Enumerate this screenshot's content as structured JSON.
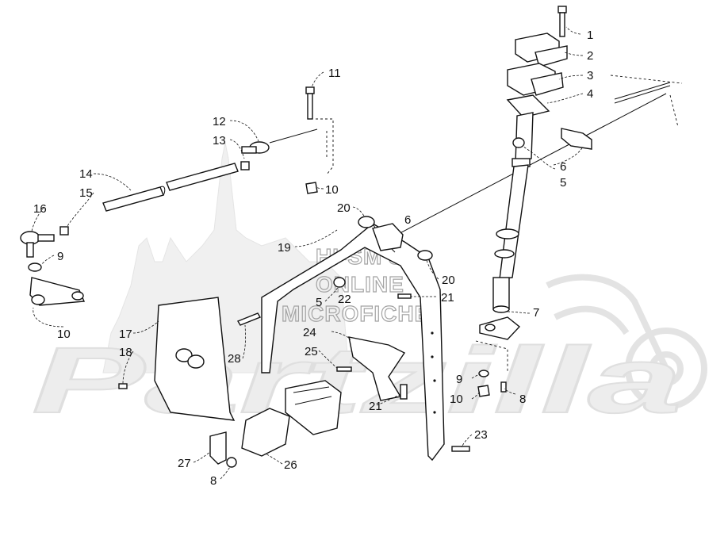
{
  "watermark": {
    "line1": "HI-SM'S",
    "line2": "ONLINE",
    "line3": "MICROFICHE",
    "brand": "Partzilla"
  },
  "callouts": [
    {
      "id": "c1",
      "label": "1"
    },
    {
      "id": "c2",
      "label": "2"
    },
    {
      "id": "c3",
      "label": "3"
    },
    {
      "id": "c4",
      "label": "4"
    },
    {
      "id": "c5a",
      "label": "5"
    },
    {
      "id": "c6a",
      "label": "6"
    },
    {
      "id": "c6b",
      "label": "6"
    },
    {
      "id": "c7",
      "label": "7"
    },
    {
      "id": "c8a",
      "label": "8"
    },
    {
      "id": "c9a",
      "label": "9"
    },
    {
      "id": "c10a",
      "label": "10"
    },
    {
      "id": "c11",
      "label": "11"
    },
    {
      "id": "c12",
      "label": "12"
    },
    {
      "id": "c13",
      "label": "13"
    },
    {
      "id": "c10b",
      "label": "10"
    },
    {
      "id": "c14",
      "label": "14"
    },
    {
      "id": "c15",
      "label": "15"
    },
    {
      "id": "c16",
      "label": "16"
    },
    {
      "id": "c9b",
      "label": "9"
    },
    {
      "id": "c10c",
      "label": "10"
    },
    {
      "id": "c20a",
      "label": "20"
    },
    {
      "id": "c19",
      "label": "19"
    },
    {
      "id": "c20b",
      "label": "20"
    },
    {
      "id": "c5b",
      "label": "5"
    },
    {
      "id": "c22",
      "label": "22"
    },
    {
      "id": "c21a",
      "label": "21"
    },
    {
      "id": "c17",
      "label": "17"
    },
    {
      "id": "c18",
      "label": "18"
    },
    {
      "id": "c24",
      "label": "24"
    },
    {
      "id": "c28",
      "label": "28"
    },
    {
      "id": "c25",
      "label": "25"
    },
    {
      "id": "c21b",
      "label": "21"
    },
    {
      "id": "c23",
      "label": "23"
    },
    {
      "id": "c27",
      "label": "27"
    },
    {
      "id": "c26",
      "label": "26"
    },
    {
      "id": "c8b",
      "label": "8"
    }
  ]
}
